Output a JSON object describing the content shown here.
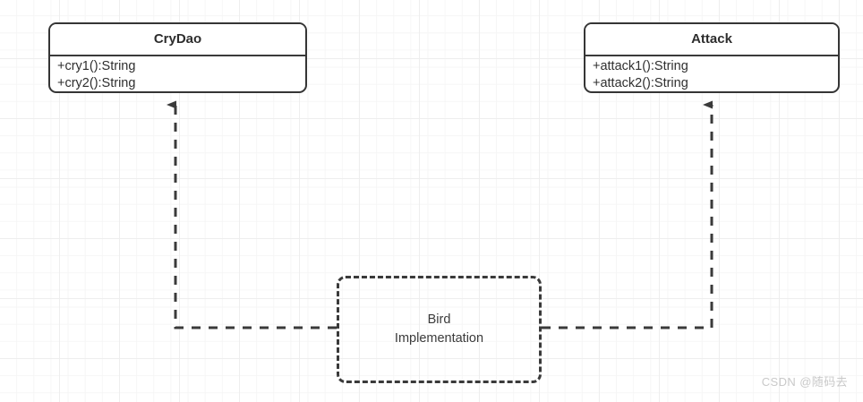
{
  "diagram": {
    "background": {
      "grid_minor_color": "#f6f6f6",
      "grid_major_color": "#eeeeee",
      "page_color": "#ffffff"
    },
    "classes": [
      {
        "id": "crydao",
        "name": "CryDao",
        "methods": [
          "+cry1():String",
          "+cry2():String"
        ],
        "border_color": "#353535"
      },
      {
        "id": "attack",
        "name": "Attack",
        "methods": [
          "+attack1():String",
          "+attack2():String"
        ],
        "border_color": "#353535"
      }
    ],
    "note": {
      "id": "bird-implementation",
      "text": "Bird\nImplementation",
      "border_style": "dashed",
      "border_color": "#3a3a3a"
    },
    "connectors": [
      {
        "id": "bird-implements-crydao",
        "from": "bird-implementation",
        "to": "crydao",
        "style": "dashed",
        "arrowhead": "solid-triangle",
        "color": "#3a3a3a"
      },
      {
        "id": "bird-implements-attack",
        "from": "bird-implementation",
        "to": "attack",
        "style": "dashed",
        "arrowhead": "solid-triangle",
        "color": "#3a3a3a"
      }
    ]
  },
  "watermark": {
    "text": "CSDN @随码去",
    "color": "#c9c9c9"
  }
}
